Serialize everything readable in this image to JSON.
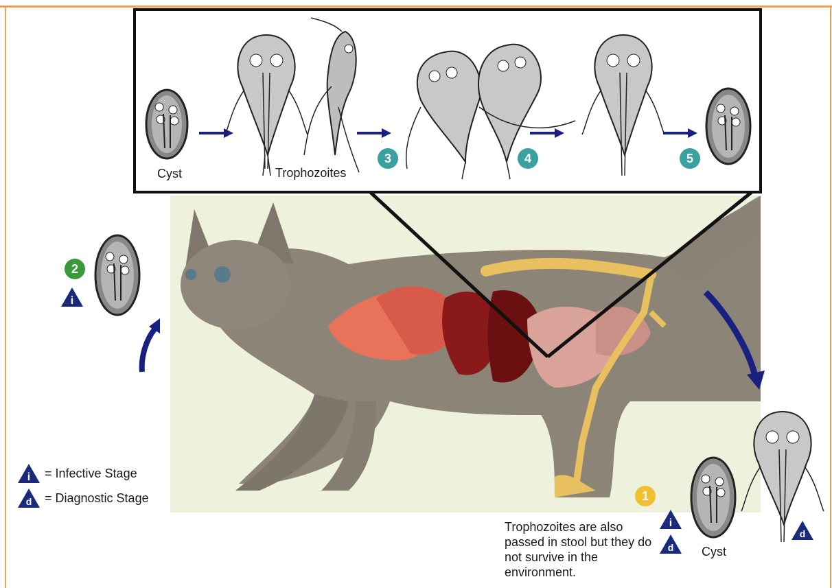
{
  "colors": {
    "frame": "#f0a050",
    "arrow": "#1a2080",
    "badge_teal": "#3aa0a0",
    "badge_green": "#3a9a3a",
    "badge_yellow": "#f0c030",
    "triangle": "#1a2a7a"
  },
  "inset": {
    "cyst_label": "Cyst",
    "trophozoites_label": "Trophozoites",
    "step3": "3",
    "step4": "4",
    "step5": "5"
  },
  "side": {
    "step2": "2",
    "step1": "1"
  },
  "legend": {
    "infective_letter": "i",
    "infective_text": "= Infective Stage",
    "diagnostic_letter": "d",
    "diagnostic_text": "= Diagnostic Stage"
  },
  "bottom": {
    "cyst_label": "Cyst",
    "note": "Trophozoites are also passed in stool but they do not survive in the environment.",
    "tri_i": "i",
    "tri_d": "d",
    "tri_d2": "d"
  }
}
